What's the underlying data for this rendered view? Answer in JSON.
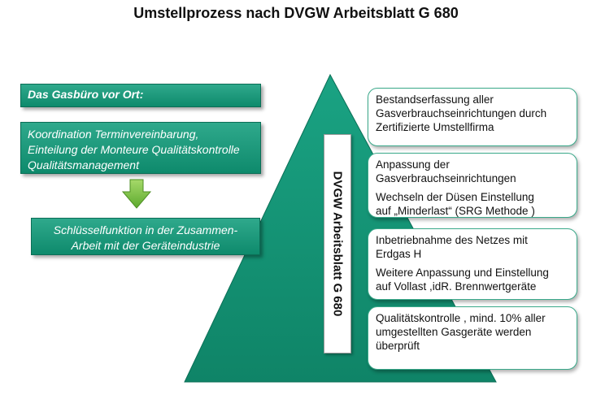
{
  "title": "Umstellprozess nach DVGW Arbeitsblatt G 680",
  "left": {
    "header": "Das  Gasbüro vor Ort:",
    "coordination": [
      "Koordination  Terminvereinbarung,",
      "Einteilung der Monteure Qualitätskontrolle",
      "Qualitätsmanagement"
    ],
    "key_function": [
      "Schlüsselfunktion in der Zusammen-",
      "Arbeit mit der Geräteindustrie"
    ]
  },
  "pyramid_label": "DVGW Arbeitsblatt G 680",
  "steps": [
    {
      "lines": [
        "Bestandserfassung aller",
        "Gasverbrauchseinrichtungen durch",
        "Zertifizierte Umstellfirma"
      ]
    },
    {
      "lines": [
        "Anpassung der",
        "Gasverbrauchseinrichtungen"
      ],
      "lines2": [
        "Wechseln der Düsen Einstellung",
        "auf „Minderlast“ (SRG Methode )"
      ]
    },
    {
      "lines": [
        "Inbetriebnahme des Netzes mit",
        "Erdgas H"
      ],
      "lines2": [
        "Weitere Anpassung und Einstellung",
        "auf Vollast ,idR. Brennwertgeräte"
      ]
    },
    {
      "lines": [
        "Qualitätskontrolle , mind. 10% aller",
        "umgestellten Gasgeräte werden",
        "überprüft"
      ]
    }
  ],
  "colors": {
    "pyramid": "#138f72",
    "box_green": "#1a9b7c",
    "arrow": "#7ac143",
    "box_border": "#3aa98a"
  }
}
